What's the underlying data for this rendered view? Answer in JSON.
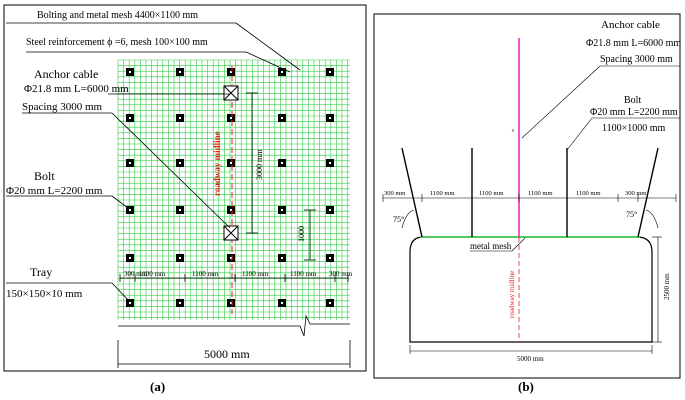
{
  "panel_a": {
    "label": "(a)",
    "bolting_mesh": "Bolting and metal mesh 4400×1100 mm",
    "steel_reinf": "Steel reinforcement ϕ =6, mesh 100×100 mm",
    "anchor_title": "Anchor cable",
    "anchor_spec": "Φ21.8 mm  L=6000 mm",
    "anchor_spacing": "Spacing 3000 mm",
    "bolt_title": "Bolt",
    "bolt_spec": "Φ20 mm  L=2200 mm",
    "tray_title": "Tray",
    "tray_spec": "150×150×10 mm",
    "midline": "roadway midline",
    "dim_3000": "3000 mm",
    "dim_1000": "1000",
    "dim_5000": "5000 mm",
    "dims": [
      "300 mm",
      "1100 mm",
      "1100 mm",
      "1100 mm",
      "1100 mm",
      "300 mm"
    ]
  },
  "panel_b": {
    "label": "(b)",
    "anchor_title": "Anchor cable",
    "anchor_spec": "Φ21.8 mm  L=6000 mm",
    "anchor_spacing": "Spacing 3000 mm",
    "bolt_title": "Bolt",
    "bolt_spec": "Φ20 mm  L=2200 mm",
    "bolt_mesh": "1100×1000 mm",
    "dims": [
      "300 mm",
      "1100 mm",
      "1100 mm",
      "1100 mm",
      "1100 mm",
      "300 mm"
    ],
    "angle_left": "75°",
    "angle_right": "75°",
    "metal_mesh": "metal mesh",
    "midline": "roadway midline",
    "height": "2500 mm",
    "width": "5000 mm"
  },
  "colors": {
    "mesh": "#2ecc40",
    "midline": "#e8231e",
    "cable": "#e020c0"
  }
}
